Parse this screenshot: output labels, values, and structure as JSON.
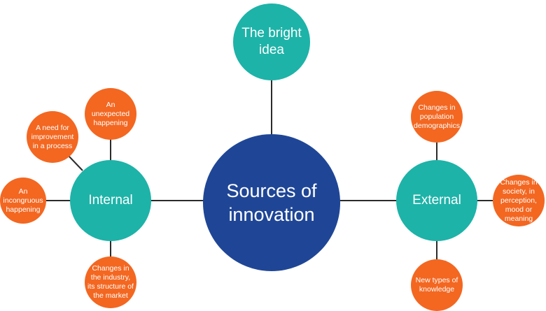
{
  "center": {
    "label": "Sources of innovation"
  },
  "top": {
    "label": "The bright idea"
  },
  "internal": {
    "label": "Internal",
    "sources": [
      "An unexpected happening",
      "A need for improvement in a process",
      "An incongruous happening",
      "Changes in the industry, its structure of the market"
    ]
  },
  "external": {
    "label": "External",
    "sources": [
      "Changes in population demographics",
      "Changes in society, in perception, mood or meaning",
      "New types of knowledge"
    ]
  },
  "colors": {
    "center": "#1f4696",
    "primary_node": "#1db3a8",
    "source_node": "#f36721",
    "connector": "#2b2b2b",
    "text": "#ffffff"
  }
}
